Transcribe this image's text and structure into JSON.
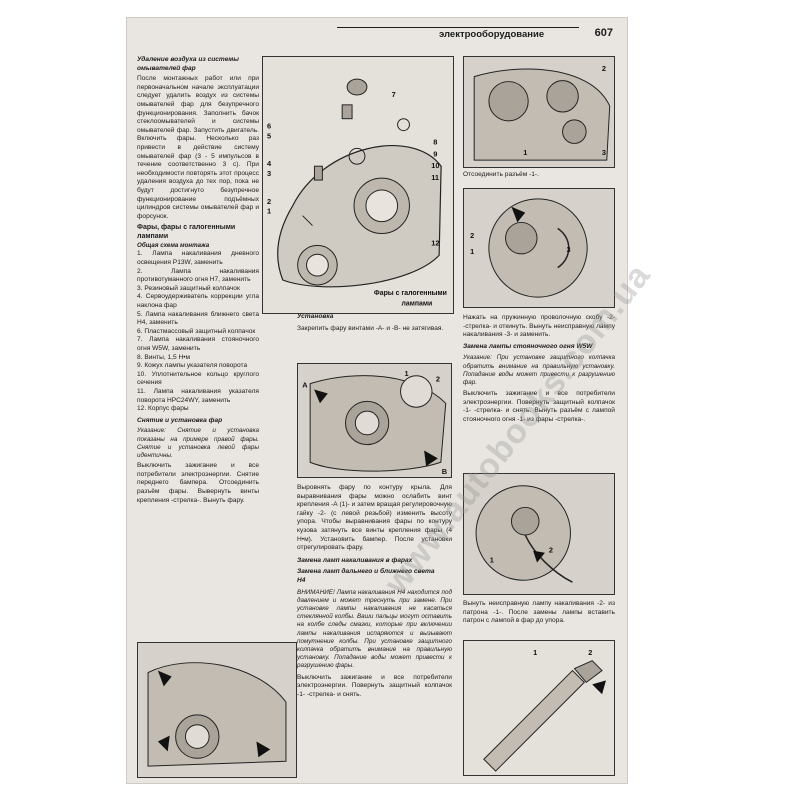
{
  "header": {
    "title": "электрооборудование",
    "page_number": "607"
  },
  "watermark": "www.autobooks.com.ua",
  "col1": {
    "s1_title_a": "Удаление воздуха из системы",
    "s1_title_b": "омывателей фар",
    "s1_text": "После монтажных работ или при первоначальном начале эксплуатации следует удалить воздух из системы омывателей фар для безупречного функционирования. Заполнить бачок стеклоомывателей и системы омывателей фар. Запустить двигатель. Включить фары. Несколько раз привести в действие систему омывателей фар (3 - 5 импульсов в течение соответственно 3 с). При необходимости повторять этот процесс удаления воздуха до тех пор, пока не будут достигнуто безупречное функционирование подъёмных цилиндров системы омывателей фар и форсунок.",
    "s2_title_a": "Фары, фары с галогенными",
    "s2_title_b": "лампами",
    "s2_sub": "Общая схема монтажа",
    "items": [
      "1. Лампа накаливания дневного освещения P13W, заменить",
      "2. Лампа накаливания противотуманного огня H7, заменить",
      "3. Резиновый защитный колпачок",
      "4. Сервоудерживатель коррекции угла наклона фар",
      "5. Лампа накаливания ближнего света H4, заменить",
      "6. Пластмассовый защитный колпачок",
      "7. Лампа накаливания стояночного огня W5W, заменить",
      "8. Винты, 1,5 Н•м",
      "9. Кожух лампы указателя поворота",
      "10. Уплотнительное кольцо круглого сечения",
      "11. Лампа накаливания указателя поворота HPC24WY, заменить",
      "12. Корпус фары"
    ],
    "s3_title": "Снятие и установка фар",
    "s3_note": "Указание: Снятие и установка показаны на примере правой фары. Снятие и установка левой фары идентичны.",
    "s3_text": "Выключить зажигание и все потребители электроэнергии. Снятие переднего бампера. Отсоединить разъём фары. Вывернуть винты крепления -стрелка-. Вынуть фару."
  },
  "fig1": {
    "caption_a": "Фары с галогенными",
    "caption_b": "лампами",
    "labels": [
      "1",
      "2",
      "3",
      "4",
      "5",
      "6",
      "7",
      "8",
      "9",
      "10",
      "11",
      "12"
    ]
  },
  "col2": {
    "s1_title": "Установка",
    "s1_text": "Закрепить фару винтами -А- и -В- не затягивая.",
    "fig_labels": [
      "A",
      "B",
      "1",
      "2"
    ],
    "s1_text2": "Выровнять фару по контуру крыла. Для выравнивания фары можно ослабить винт крепления -А (1)- и затем вращая регулировочную гайку -2- (с левой резьбой) изменить высоту упора. Чтобы выравнивания фары по контуру кузова затянуть все винты крепления фары (4 Н•м). Установить бампер. После установки отрегулировать фару.",
    "s2_title": "Замена ламп накаливания в фарах",
    "s3_title_a": "Замена ламп дальнего и ближнего света",
    "s3_title_b": "H4",
    "s3_note": "ВНИМАНИЕ! Лампа накаливания H4 находится под давлением и может треснуть при замене. При установке лампы накаливания не касаться стеклянной колбы. Ваши пальцы могут оставить на колбе следы смазки, которые при включении лампы накаливания испаряются и вызывают помутнение колбы. При установке защитного колпачка обратить внимание на правильную установку. Попадание воды может привести к разрушению фары.",
    "s3_text": "Выключить зажигание и все потребители электроэнергии. Повернуть защитный колпачок -1- -стрелка- и снять."
  },
  "col3": {
    "fig_top_labels": [
      "1",
      "2",
      "3"
    ],
    "t1": "Отсоединить разъём -1-.",
    "fig2_labels": [
      "1",
      "2",
      "3"
    ],
    "t2": "Нажать на пружинную проволочную скобу -2- -стрелка- и откинуть. Вынуть неисправную лампу накаливания -3- и заменить.",
    "s_title": "Замена лампы стояночного огня W5W",
    "s_note": "Указание: При установке защитного колпачка обратить внимание на правильную установку. Попадание воды может привести к разрушению фар.",
    "t3": "Выключить зажигание и все потребители электроэнергии. Повернуть защитный колпачок -1- -стрелка- и снять. Вынуть разъём с лампой стояночного огня -1- из фары -стрелка-.",
    "fig3_labels": [
      "1",
      "2"
    ],
    "t4": "Вынуть неисправную лампу накаливания -2- из патрона -1-. После замены лампы вставить патрон с лампой в фар до упора.",
    "fig4_labels": [
      "1",
      "2"
    ]
  }
}
